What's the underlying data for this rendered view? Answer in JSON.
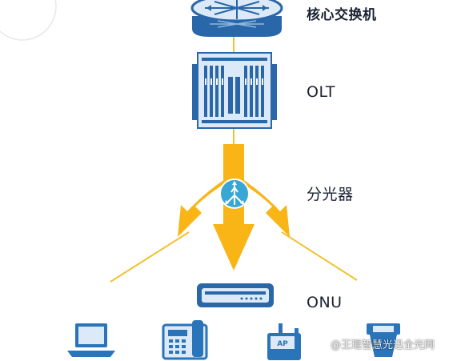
{
  "labels": {
    "core_switch": "核心交换机",
    "olt": "OLT",
    "splitter": "分光器",
    "onu": "ONU"
  },
  "watermark": "@王琨智慧光迅全光网",
  "colors": {
    "line": "#f1c232",
    "arrow": "#f9b516",
    "device_blue": "#2a67a8",
    "device_light": "#dbe9f8",
    "icon_blue": "#2a74b9",
    "splitter_fill": "#39a7d6",
    "text": "#1a2233"
  },
  "icons": [
    "laptop-icon",
    "phone-icon",
    "ap-router-icon",
    "camera-icon"
  ]
}
